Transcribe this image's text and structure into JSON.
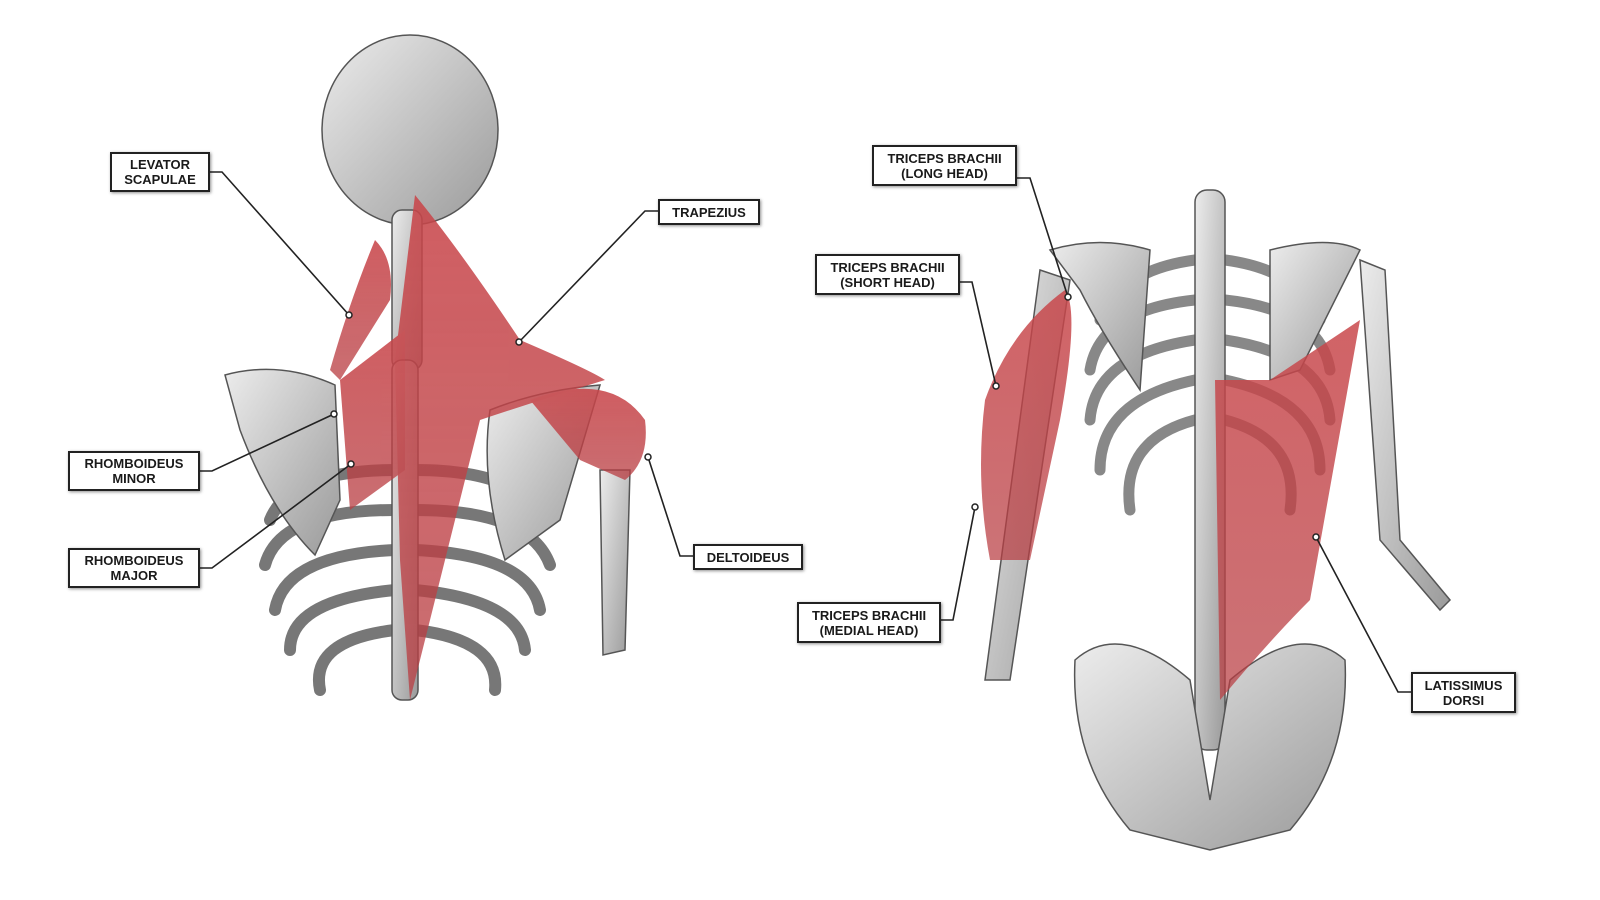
{
  "labels": {
    "levator_scapulae": [
      "LEVATOR",
      "SCAPULAE"
    ],
    "trapezius": [
      "TRAPEZIUS"
    ],
    "rhomboideus_minor": [
      "RHOMBOIDEUS",
      "MINOR"
    ],
    "rhomboideus_major": [
      "RHOMBOIDEUS",
      "MAJOR"
    ],
    "deltoideus": [
      "DELTOIDEUS"
    ],
    "triceps_long": [
      "TRICEPS BRACHII",
      "(LONG HEAD)"
    ],
    "triceps_short": [
      "TRICEPS BRACHII",
      "(SHORT HEAD)"
    ],
    "triceps_medial": [
      "TRICEPS BRACHII",
      "(MEDIAL HEAD)"
    ],
    "latissimus_dorsi": [
      "LATISSIMUS",
      "DORSI"
    ]
  },
  "colors": {
    "muscle": "#c8464a",
    "bone": "#d4d4d4",
    "bone_line": "#555555"
  }
}
